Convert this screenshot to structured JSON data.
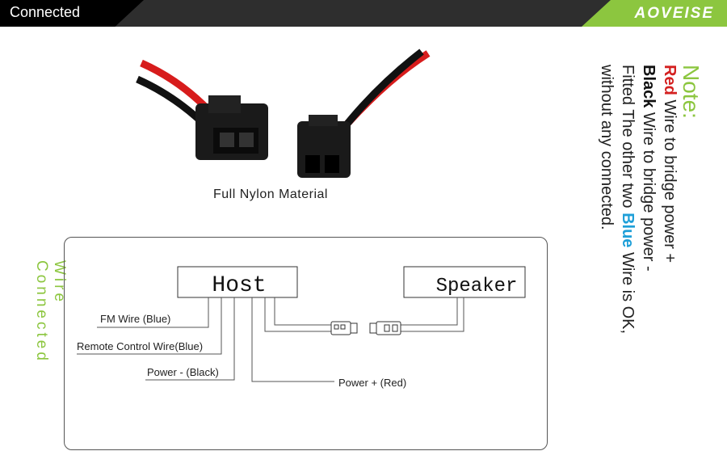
{
  "header": {
    "tab_label": "Connected",
    "brand": "AOVEISE",
    "colors": {
      "bar": "#2e2e2e",
      "accent": "#8cc63f"
    }
  },
  "photo": {
    "caption": "Full Nylon Material"
  },
  "diagram": {
    "side_title": "Wire Connected",
    "host_label": "Host",
    "speaker_label": "Speaker",
    "wires": {
      "fm": "FM  Wire (Blue)",
      "remote": "Remote Control Wire(Blue)",
      "power_neg": "Power - (Black)",
      "power_pos": "Power + (Red)"
    }
  },
  "note": {
    "title": "Note:",
    "line1_highlight": "Red",
    "line1_rest": " Wire to bridge power +",
    "line2_highlight": "Black",
    "line2_rest": " Wire to bridge power -",
    "line3_pre": "Fitted The other two ",
    "line3_highlight": "Blue",
    "line3_rest": " Wire is OK,",
    "line4": "without any connected."
  }
}
